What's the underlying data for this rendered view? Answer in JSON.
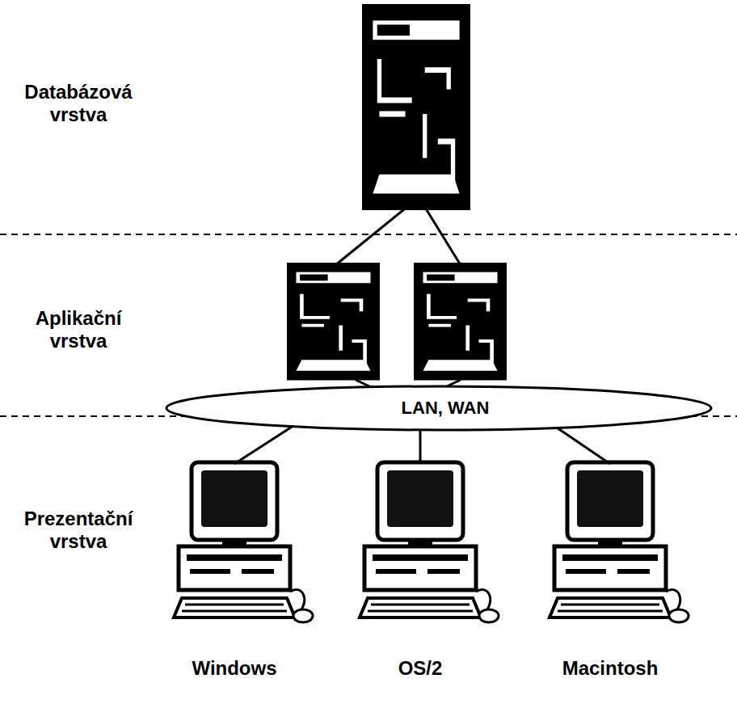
{
  "diagram": {
    "nodes": [
      {
        "text": [
          "LAN, WAN"
        ]
      },
      {
        "text": [
          "Windows"
        ]
      },
      {
        "text": [
          "OS/2"
        ]
      },
      {
        "text": [
          "Macintosh"
        ]
      }
    ],
    "edges": [
      {
        "from": 0,
        "to": 1,
        "arrow": "none"
      },
      {
        "from": 0,
        "to": 2,
        "arrow": "none"
      },
      {
        "from": 0,
        "to": 3,
        "arrow": "none"
      }
    ],
    "labels": [
      "Databázová vrstva",
      "Aplikační vrstva",
      "Prezentační vrstva"
    ]
  }
}
